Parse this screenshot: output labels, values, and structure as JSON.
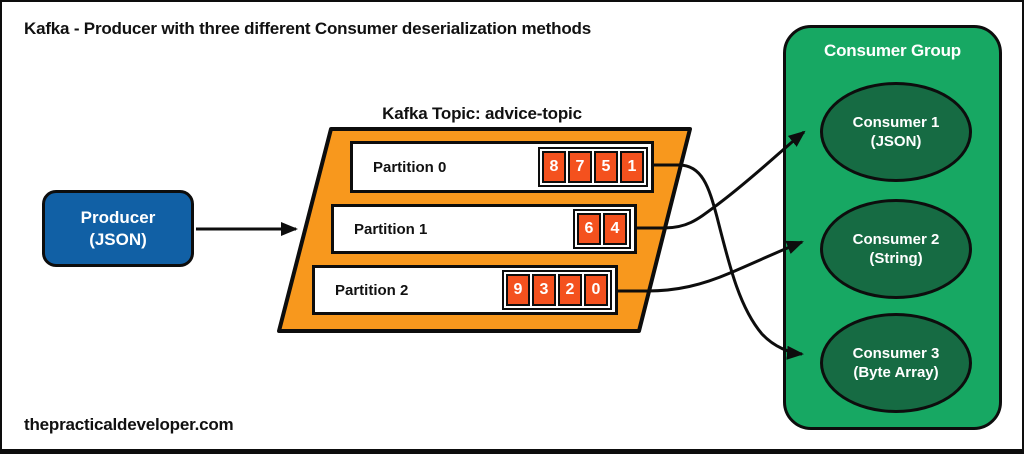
{
  "title": "Kafka - Producer with three different Consumer deserialization methods",
  "footer": "thepracticaldeveloper.com",
  "producer": {
    "label": "Producer",
    "sublabel": "(JSON)"
  },
  "topic": {
    "title": "Kafka Topic: advice-topic",
    "partitions": [
      {
        "label": "Partition 0",
        "messages": [
          "8",
          "7",
          "5",
          "1"
        ]
      },
      {
        "label": "Partition 1",
        "messages": [
          "6",
          "4"
        ]
      },
      {
        "label": "Partition 2",
        "messages": [
          "9",
          "3",
          "2",
          "0"
        ]
      }
    ]
  },
  "consumer_group": {
    "title": "Consumer Group",
    "consumers": [
      {
        "label": "Consumer 1",
        "sublabel": "(JSON)"
      },
      {
        "label": "Consumer 2",
        "sublabel": "(String)"
      },
      {
        "label": "Consumer 3",
        "sublabel": "(Byte Array)"
      }
    ]
  },
  "connections": [
    {
      "from": "Producer (JSON)",
      "to": "Kafka Topic: advice-topic"
    },
    {
      "from": "Partition 0",
      "to": "Consumer 3 (Byte Array)"
    },
    {
      "from": "Partition 1",
      "to": "Consumer 1 (JSON)"
    },
    {
      "from": "Partition 2",
      "to": "Consumer 2 (String)"
    }
  ],
  "colors": {
    "producer_blue": "#1160A5",
    "topic_orange": "#F8981D",
    "message_orange": "#F4511E",
    "group_green": "#17A863",
    "consumer_green": "#166B43",
    "outline": "#0D0D0D",
    "background": "#FFFFFF"
  }
}
